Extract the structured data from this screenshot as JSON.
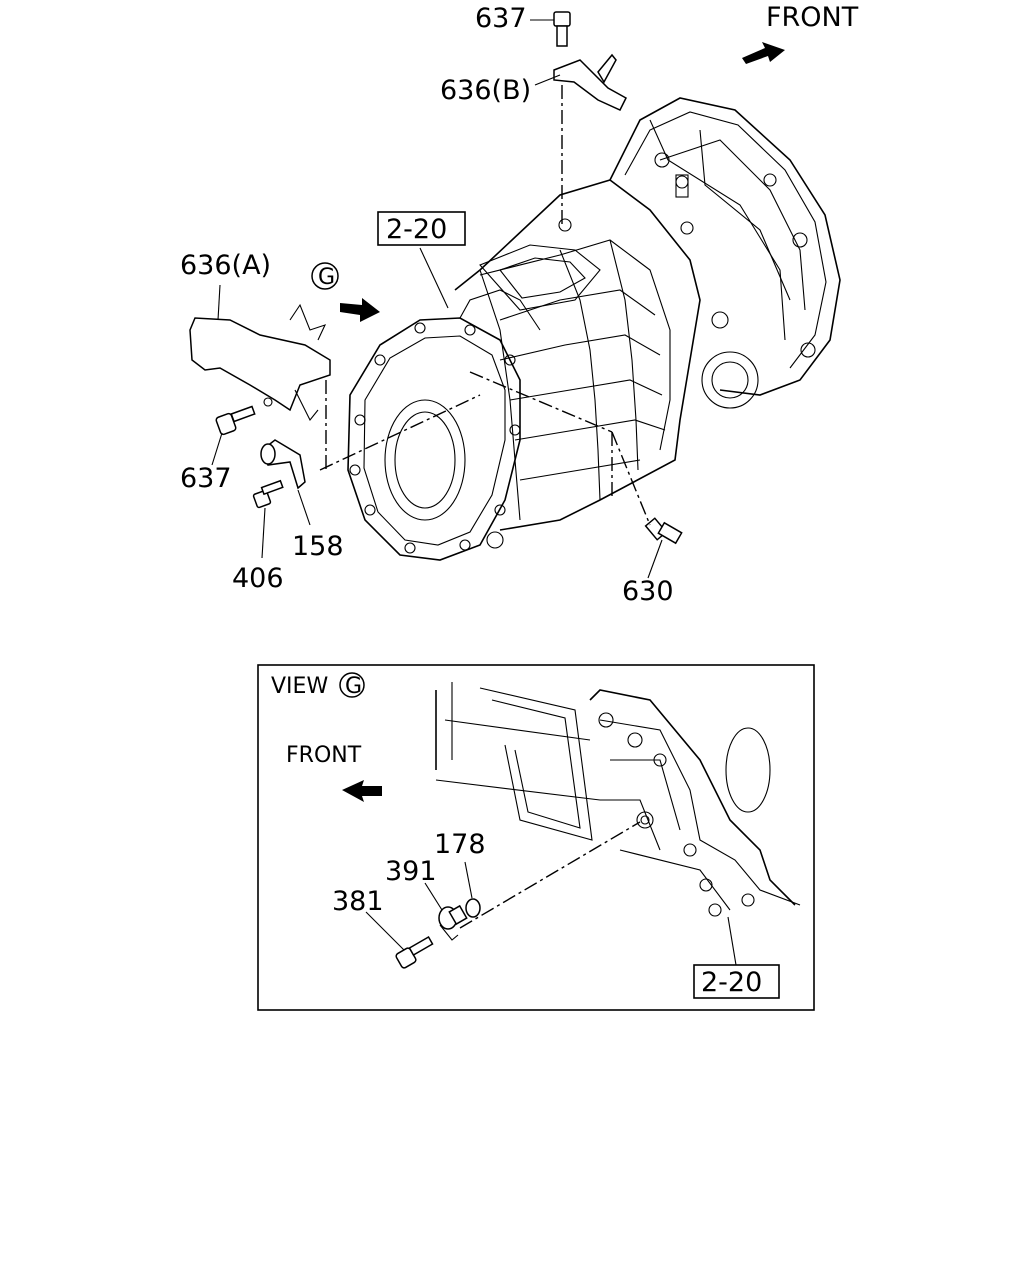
{
  "labels": {
    "front_top": "FRONT",
    "view_g_marker": "G",
    "ref_2_20_main": "2-20",
    "p637_top": "637",
    "p636b": "636(B)",
    "p636a": "636(A)",
    "p637_left": "637",
    "p158": "158",
    "p406": "406",
    "p630": "630"
  },
  "inset": {
    "view_text": "VIEW",
    "view_marker": "G",
    "front": "FRONT",
    "p178": "178",
    "p391": "391",
    "p381": "381",
    "ref_2_20": "2-20"
  }
}
